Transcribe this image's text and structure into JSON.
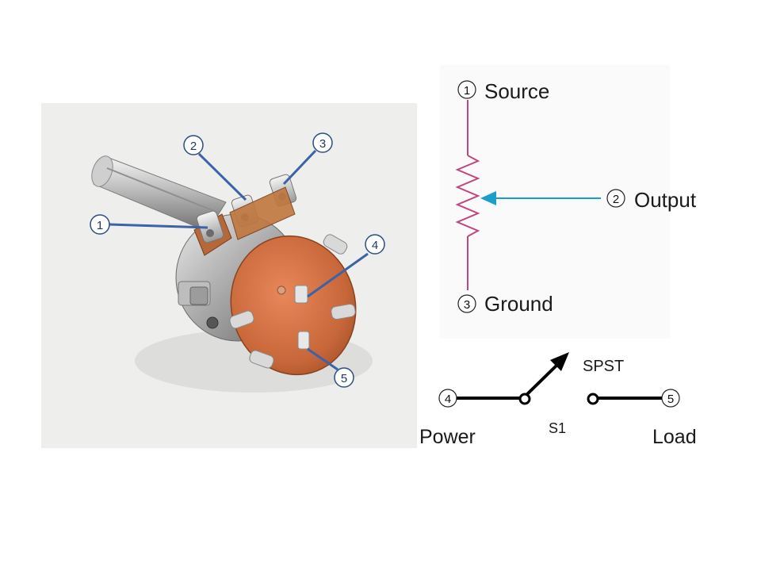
{
  "photo": {
    "subject": "rotary potentiometer with SPST switch",
    "callouts": [
      "1",
      "2",
      "3",
      "4",
      "5"
    ]
  },
  "potentiometer_schematic": {
    "pin1": {
      "num": "1",
      "label": "Source"
    },
    "pin2": {
      "num": "2",
      "label": "Output"
    },
    "pin3": {
      "num": "3",
      "label": "Ground"
    },
    "resistor_color": "#c2467e",
    "wiper_color": "#1aa0c8"
  },
  "switch_schematic": {
    "type_label": "SPST",
    "designator": "S1",
    "pin4": {
      "num": "4",
      "label": "Power"
    },
    "pin5": {
      "num": "5",
      "label": "Load"
    }
  },
  "colors": {
    "callout_line": "#3b63a6",
    "callout_ring": "#2b4f86",
    "photo_bg": "#eeeeec",
    "wafer": "#c8683a"
  }
}
